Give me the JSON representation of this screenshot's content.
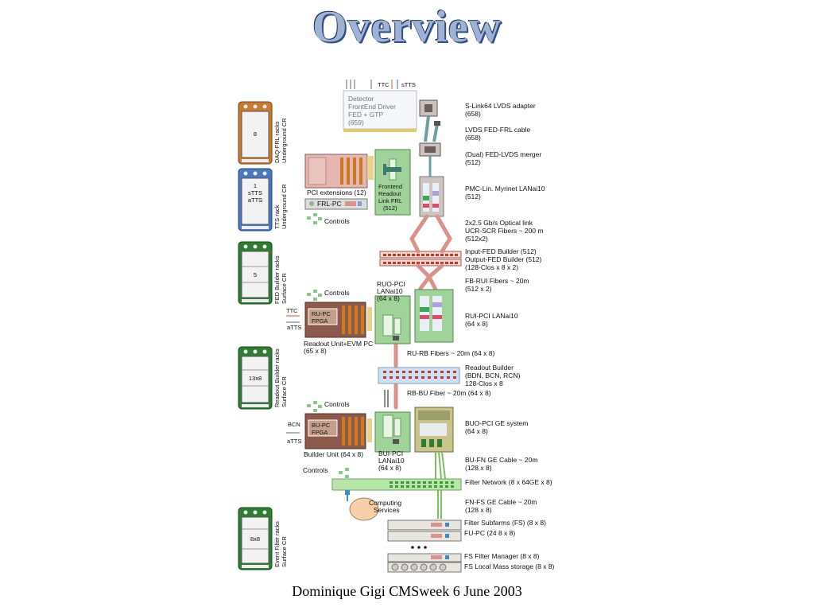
{
  "title": "Overview",
  "footer": "Dominique Gigi CMSweek 6 June 2003",
  "racks": [
    {
      "lines": [
        "8"
      ],
      "label": [
        "DAQ-FRL racks",
        "Underground CR"
      ],
      "color": "#c87a2e"
    },
    {
      "lines": [
        "1",
        "sTTS",
        "aTTS"
      ],
      "label": [
        "TTS rack",
        "Underground CR"
      ],
      "color": "#4a78c0"
    },
    {
      "lines": [
        "5"
      ],
      "label": [
        "FED Builder racks",
        "Surface CR"
      ],
      "color": "#2e7d32"
    },
    {
      "lines": [
        "13x8"
      ],
      "label": [
        "Readout Builder racks",
        "Surface CR"
      ],
      "color": "#2e7d32"
    },
    {
      "lines": [
        "8x8"
      ],
      "label": [
        "Event Filter racks",
        "Surface CR"
      ],
      "color": "#2e7d32"
    }
  ],
  "detector": {
    "lines": [
      "Detector",
      "FrontEnd Driver",
      "FED + GTP",
      "(659)"
    ],
    "ttc": "TTC",
    "stts": "sTTS"
  },
  "left": {
    "pci_ext": "PCI extensions (12)",
    "frl_pc": "FRL-PC",
    "controls": "Controls",
    "frl_box": [
      "Frontend",
      "Readout",
      "Link FRL",
      "(512)"
    ],
    "ruo": [
      "RUO-PCI",
      "LANai10",
      "(64 x 8)"
    ],
    "ru_pc": [
      "RU-PC",
      "FPGA"
    ],
    "ttc": "TTC",
    "atts": "aTTS",
    "ru_caption": [
      "Readout Unit+EVM PC",
      "(65 x 8)"
    ],
    "bu_pc": [
      "BU-PC",
      "FPGA"
    ],
    "bcn": "BCN",
    "bu_caption": "Builder Unit (64 x 8)",
    "bui": [
      "BUI-PCI",
      "LANai10",
      "(64 x 8)"
    ],
    "computing": [
      "Computing",
      "Services"
    ]
  },
  "right_labels": [
    [
      "S-Link64 LVDS adapter",
      "(658)"
    ],
    [
      "LVDS FED-FRL cable",
      "(658)"
    ],
    [
      "(Dual) FED-LVDS merger",
      "(512)"
    ],
    [
      "PMC-Lin. Myrinet LANai10",
      "(512)"
    ],
    [
      "2x2.5 Gb/s Optical link",
      "UCR-SCR Fibers ~ 200 m",
      "(512x2)"
    ],
    [
      "Input-FED Builder (512)",
      "Output-FED Builder (512)",
      "(128-Clos x 8 x 2)"
    ],
    [
      "FB-RUI Fibers ~ 20m",
      "(512 x 2)"
    ],
    [
      "RUI-PCI LANai10",
      "(64 x 8)"
    ],
    [
      "RU-RB Fibers ~ 20m (64 x 8)"
    ],
    [
      "Readout  Builder",
      "(BDN, BCN, RCN)",
      "128-Clos x 8"
    ],
    [
      "RB-BU Fiber ~ 20m (64 x 8)"
    ],
    [
      "BUO-PCI GE system",
      "(64 x 8)"
    ],
    [
      "BU-FN GE Cable ~ 20m",
      "(128 x 8)"
    ],
    [
      "Filter Network (8 x 64GE x 8)"
    ],
    [
      "FN-FS GE Cable ~ 20m",
      "(128 x 8)"
    ],
    [
      "Filter Subfarms (FS) (8 x 8)"
    ],
    [
      "FU-PC (24 8 x 8)"
    ],
    [
      "FS Filter Manager (8 x 8)"
    ],
    [
      "FS Local Mass storage (8 x 8)"
    ]
  ],
  "colors": {
    "rack_orange": "#c87a2e",
    "rack_blue": "#4a78c0",
    "rack_green": "#2e7d32",
    "module_green": "#9fd39a",
    "module_brown": "#8c5a4a",
    "fiber": "#d9938a",
    "network_green": "#b8e6a8",
    "builder_blue": "#cfe0f4"
  }
}
